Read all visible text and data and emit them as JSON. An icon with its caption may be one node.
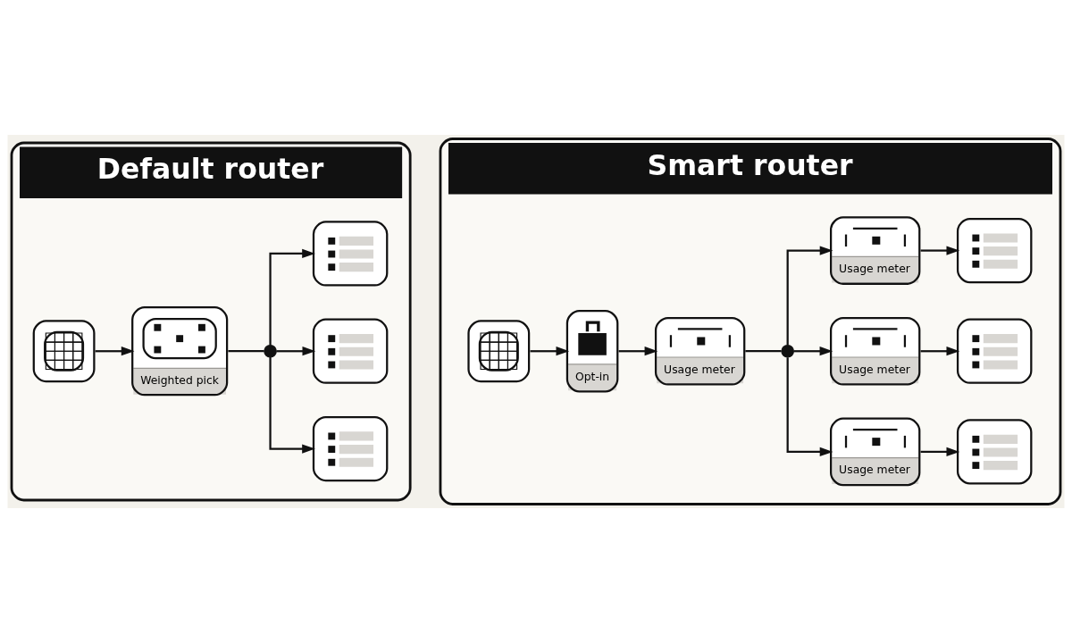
{
  "diagram": {
    "nodes": [
      {
        "text": [
          "Default router"
        ]
      },
      {
        "text": [],
        "shape": "picture",
        "in": 0
      },
      {
        "text": [
          "Weighted pick"
        ],
        "in": 0
      },
      {
        "text": [],
        "shape": "circle",
        "in": 0
      },
      {
        "text": [],
        "shape": "picture",
        "in": 0
      },
      {
        "text": [],
        "shape": "picture",
        "in": 0
      },
      {
        "text": [],
        "shape": "picture",
        "in": 0
      },
      {
        "text": [
          "Smart router"
        ]
      },
      {
        "text": [],
        "shape": "picture",
        "in": 7
      },
      {
        "text": [
          "Opt-in"
        ],
        "in": 7
      },
      {
        "text": [
          "Usage meter"
        ],
        "in": 7
      },
      {
        "text": [],
        "shape": "circle",
        "in": 7
      },
      {
        "text": [
          "Usage meter"
        ],
        "in": 7
      },
      {
        "text": [
          "Usage meter"
        ],
        "in": 7
      },
      {
        "text": [
          "Usage meter"
        ],
        "in": 7
      },
      {
        "text": [],
        "shape": "picture",
        "in": 7
      },
      {
        "text": [],
        "shape": "picture",
        "in": 7
      },
      {
        "text": [],
        "shape": "picture",
        "in": 7
      }
    ],
    "edges": [
      {
        "from": 1,
        "to": 2,
        "arrow": "to"
      },
      {
        "from": 2,
        "to": 3,
        "arrow": "none"
      },
      {
        "from": 3,
        "to": 4,
        "arrow": "to"
      },
      {
        "from": 3,
        "to": 5,
        "arrow": "to"
      },
      {
        "from": 3,
        "to": 6,
        "arrow": "to"
      },
      {
        "from": 8,
        "to": 9,
        "arrow": "to"
      },
      {
        "from": 9,
        "to": 10,
        "arrow": "to"
      },
      {
        "from": 10,
        "to": 11,
        "arrow": "none"
      },
      {
        "from": 11,
        "to": 12,
        "arrow": "to"
      },
      {
        "from": 11,
        "to": 13,
        "arrow": "to"
      },
      {
        "from": 11,
        "to": 14,
        "arrow": "to"
      },
      {
        "from": 12,
        "to": 15,
        "arrow": "to"
      },
      {
        "from": 13,
        "to": 16,
        "arrow": "to"
      },
      {
        "from": 14,
        "to": 17,
        "arrow": "to"
      }
    ]
  }
}
